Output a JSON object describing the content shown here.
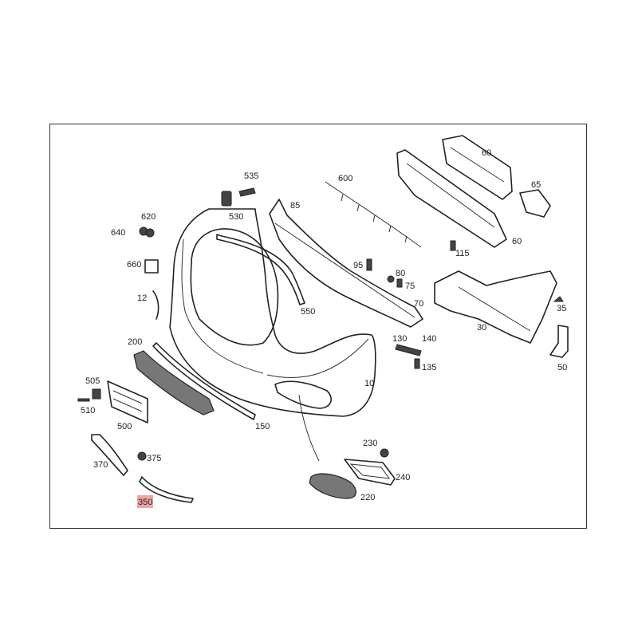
{
  "labels": {
    "p535": "535",
    "p530": "530",
    "p600": "600",
    "p60a": "60",
    "p65": "65",
    "p60b": "60",
    "p620": "620",
    "p640": "640",
    "p85": "85",
    "p115": "115",
    "p660": "660",
    "p95": "95",
    "p80": "80",
    "p75": "75",
    "p12": "12",
    "p550": "550",
    "p70": "70",
    "p35": "35",
    "p30": "30",
    "p200": "200",
    "p130": "130",
    "p140": "140",
    "p135": "135",
    "p50": "50",
    "p505": "505",
    "p10": "10",
    "p510": "510",
    "p500": "500",
    "p150": "150",
    "p230": "230",
    "p375": "375",
    "p370": "370",
    "p240": "240",
    "p220": "220",
    "p350": "350"
  },
  "colors": {
    "highlight": "#f2a3a3",
    "line": "#222222"
  }
}
